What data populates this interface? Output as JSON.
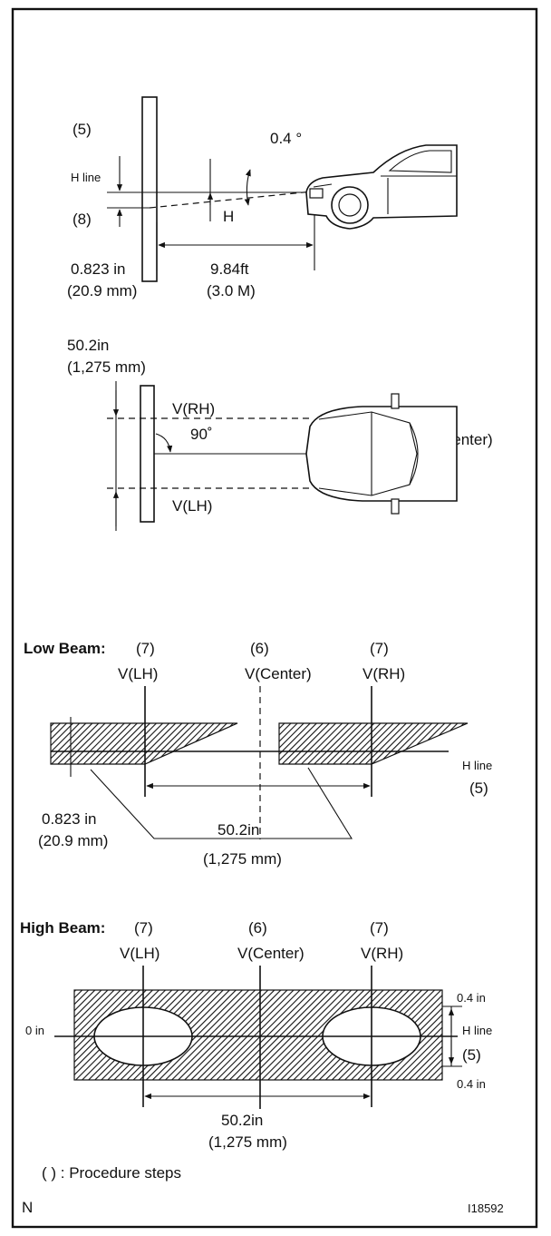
{
  "side_view": {
    "step_5": "(5)",
    "step_8": "(8)",
    "h_line": "H line",
    "angle": "0.4 °",
    "h_label": "H",
    "offset_in": "0.823 in",
    "offset_mm": "(20.9 mm)",
    "distance_ft": "9.84ft",
    "distance_m": "(3.0 M)"
  },
  "top_view": {
    "width_in": "50.2in",
    "width_mm": "(1,275 mm)",
    "v_rh": "V(RH)",
    "angle": "90˚",
    "v_center": "V(Center)",
    "v_lh": "V(LH)"
  },
  "low_beam": {
    "title": "Low Beam:",
    "step_lh": "(7)",
    "step_center": "(6)",
    "step_rh": "(7)",
    "v_lh": "V(LH)",
    "v_center": "V(Center)",
    "v_rh": "V(RH)",
    "h_line": "H line",
    "step_5": "(5)",
    "offset_in": "0.823 in",
    "offset_mm": "(20.9 mm)",
    "width_in": "50.2in",
    "width_mm": "(1,275 mm)"
  },
  "high_beam": {
    "title": "High Beam:",
    "step_lh": "(7)",
    "step_center": "(6)",
    "step_rh": "(7)",
    "v_lh": "V(LH)",
    "v_center": "V(Center)",
    "v_rh": "V(RH)",
    "zero_in": "0 in",
    "top_in": "0.4 in",
    "h_line": "H line",
    "step_5": "(5)",
    "bottom_in": "0.4 in",
    "width_in": "50.2in",
    "width_mm": "(1,275 mm)"
  },
  "legend": "( ) : Procedure steps",
  "footer": {
    "left_code": "N",
    "figure_id": "I18592"
  }
}
